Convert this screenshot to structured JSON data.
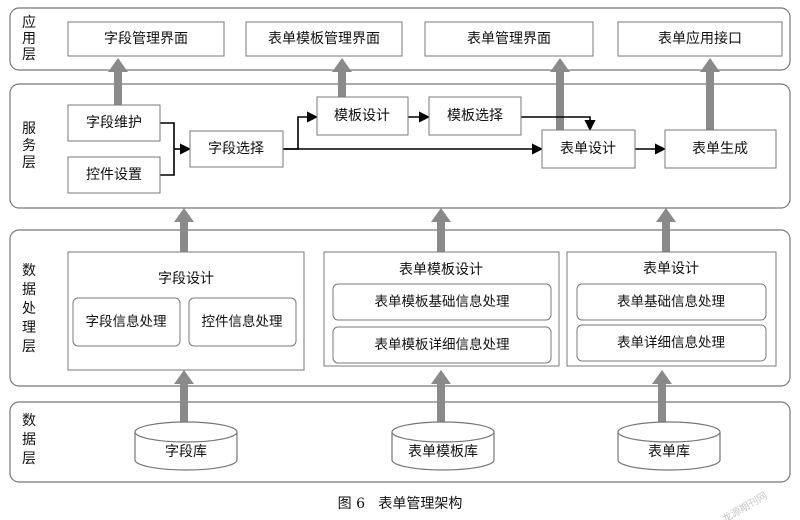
{
  "caption": "图 6   表单管理架构",
  "watermark": "龙源期刊网",
  "layers": {
    "app": "应用层",
    "service": "服务层",
    "data_processing": "数据处理层",
    "data": "数据层"
  },
  "app_layer": {
    "field_ui": "字段管理界面",
    "template_ui": "表单模板管理界面",
    "form_ui": "表单管理界面",
    "form_api": "表单应用接口"
  },
  "service_layer": {
    "field_maintain": "字段维护",
    "control_setting": "控件设置",
    "field_select": "字段选择",
    "template_design": "模板设计",
    "template_select": "模板选择",
    "form_design": "表单设计",
    "form_generate": "表单生成"
  },
  "processing_layer": {
    "field_design": {
      "title": "字段设计",
      "items": [
        "字段信息处理",
        "控件信息处理"
      ]
    },
    "template_design": {
      "title": "表单模板设计",
      "items": [
        "表单模板基础信息处理",
        "表单模板详细信息处理"
      ]
    },
    "form_design": {
      "title": "表单设计",
      "items": [
        "表单基础信息处理",
        "表单详细信息处理"
      ]
    }
  },
  "data_layer": {
    "field_db": "字段库",
    "template_db": "表单模板库",
    "form_db": "表单库"
  },
  "colors": {
    "arrow_fill": "#8a8a8a",
    "border": "#777777",
    "line": "#000000"
  }
}
